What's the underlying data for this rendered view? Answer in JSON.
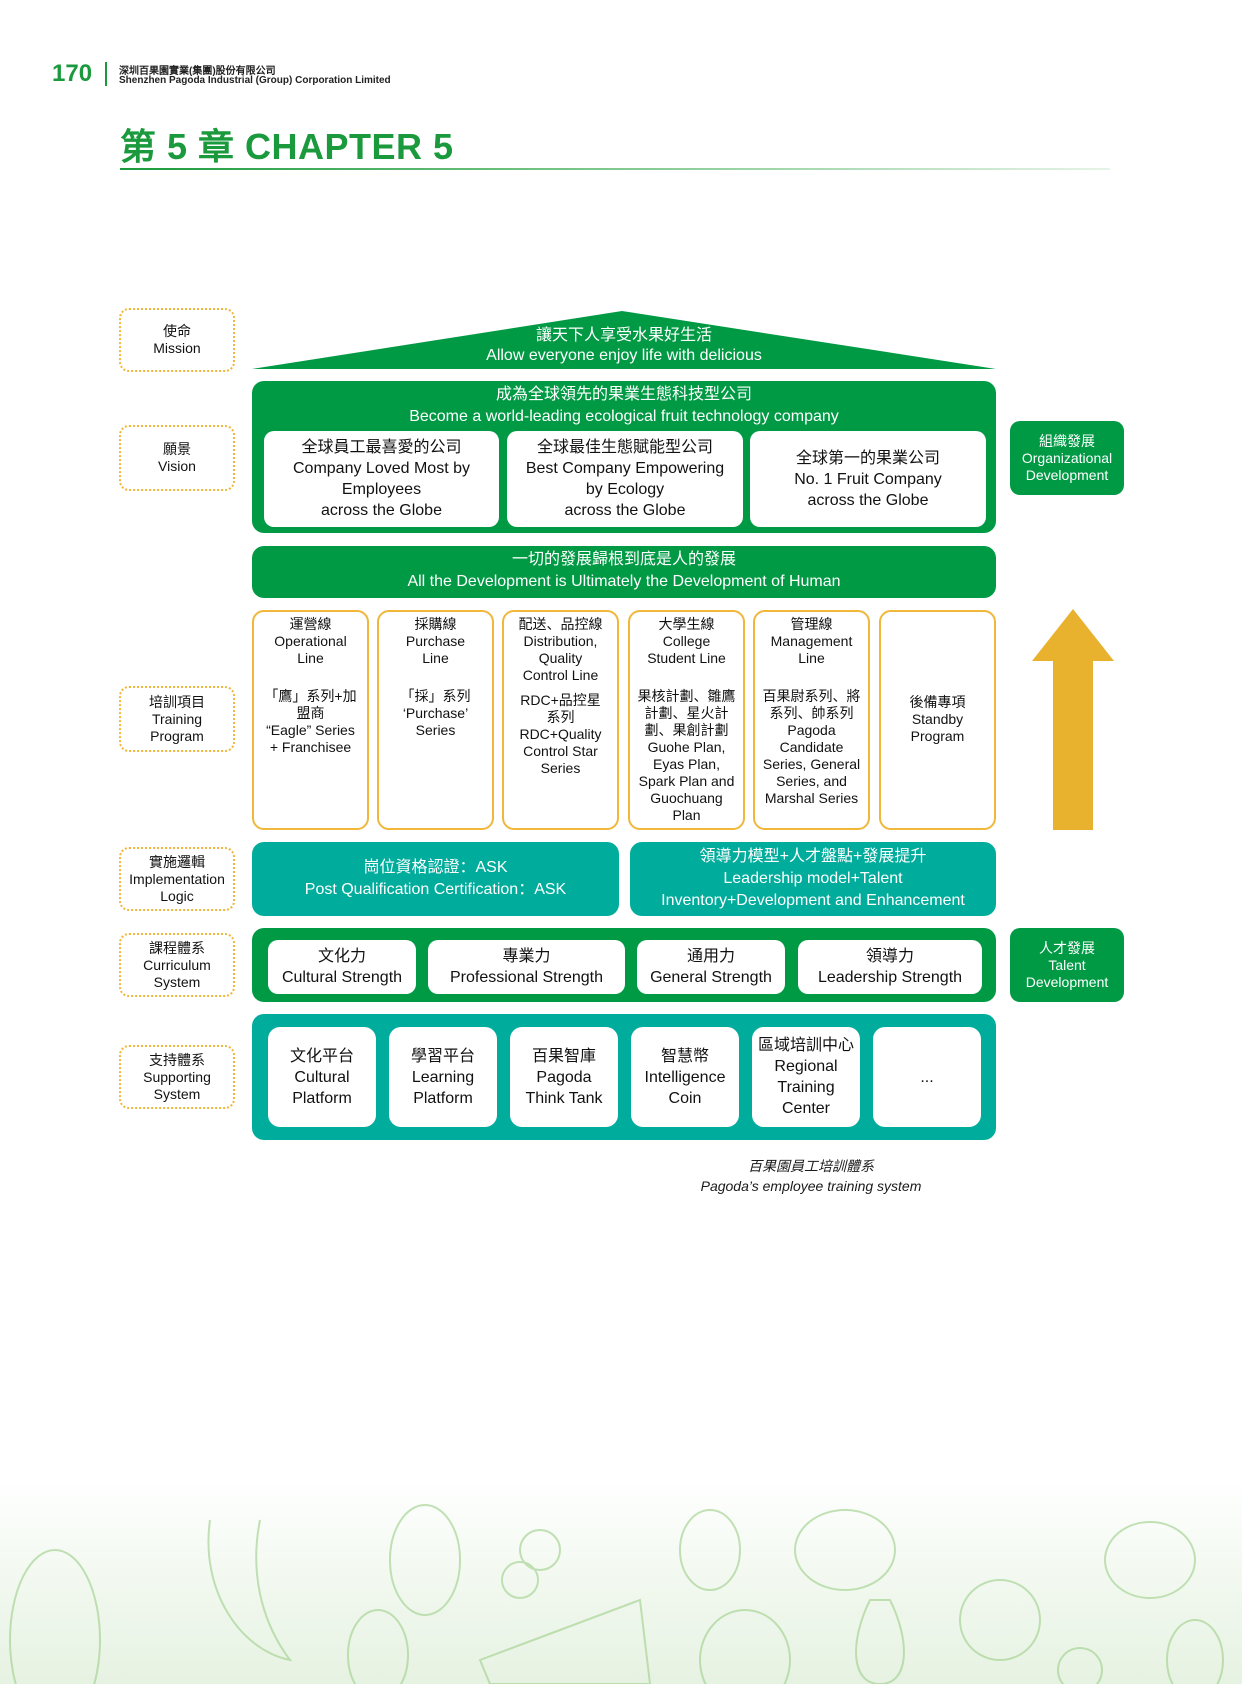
{
  "header": {
    "page_number": "170",
    "company_cn": "深圳百果園實業(集團)股份有限公司",
    "company_en": "Shenzhen Pagoda Industrial (Group) Corporation Limited",
    "chapter_title": "第 5 章 CHAPTER 5"
  },
  "colors": {
    "green": "#009a44",
    "teal": "#00ac9c",
    "accent_orange": "#f0b73a",
    "chapter_green": "#1a9a3c"
  },
  "side_labels": {
    "mission": {
      "cn": "使命",
      "en": "Mission"
    },
    "vision": {
      "cn": "願景",
      "en": "Vision"
    },
    "training": {
      "cn": "培訓項目",
      "en1": "Training",
      "en2": "Program"
    },
    "implementation": {
      "cn": "實施邏輯",
      "en1": "Implementation",
      "en2": "Logic"
    },
    "curriculum": {
      "cn": "課程體系",
      "en1": "Curriculum",
      "en2": "System"
    },
    "supporting": {
      "cn": "支持體系",
      "en1": "Supporting",
      "en2": "System"
    }
  },
  "mission": {
    "cn": "讓天下人享受水果好生活",
    "en": "Allow everyone enjoy life with delicious"
  },
  "vision": {
    "cn": "成為全球領先的果業生態科技型公司",
    "en": "Become a world-leading ecological fruit technology company",
    "cards": [
      {
        "cn": "全球員工最喜愛的公司",
        "en1": "Company Loved Most by",
        "en2": "Employees",
        "en3": "across the Globe"
      },
      {
        "cn": "全球最佳生態賦能型公司",
        "en1": "Best Company Empowering",
        "en2": "by Ecology",
        "en3": "across the Globe"
      },
      {
        "cn": "全球第一的果業公司",
        "en1": "No. 1 Fruit Company",
        "en2": "across the Globe",
        "en3": ""
      }
    ]
  },
  "human_dev": {
    "cn": "一切的發展歸根到底是人的發展",
    "en": "All the Development is Ultimately the Development of Human"
  },
  "training_programs": [
    {
      "line": [
        "運營線",
        "Operational",
        "Line"
      ],
      "detail": [
        "「鷹」系列+加",
        "盟商",
        "“Eagle” Series",
        "+ Franchisee"
      ]
    },
    {
      "line": [
        "採購線",
        "Purchase",
        "Line"
      ],
      "detail": [
        "「採」系列",
        "‘Purchase’",
        "Series"
      ]
    },
    {
      "line": [
        "配送、品控線",
        "Distribution,",
        "Quality",
        "Control Line"
      ],
      "detail": [
        "RDC+品控星",
        "系列",
        "RDC+Quality",
        "Control Star",
        "Series"
      ]
    },
    {
      "line": [
        "大學生線",
        "College",
        "Student Line"
      ],
      "detail": [
        "果核計劃、雛鷹",
        "計劃、星火計",
        "劃、果創計劃",
        "Guohe Plan,",
        "Eyas Plan,",
        "Spark Plan and",
        "Guochuang",
        "Plan"
      ]
    },
    {
      "line": [
        "管理線",
        "Management",
        "Line"
      ],
      "detail": [
        "百果尉系列、將",
        "系列、帥系列",
        "Pagoda",
        "Candidate",
        "Series, General",
        "Series, and",
        "Marshal Series"
      ]
    },
    {
      "line": [],
      "detail": [
        "後備專項",
        "Standby",
        "Program"
      ]
    }
  ],
  "right_tags": {
    "org": {
      "cn": "組織發展",
      "en1": "Organizational",
      "en2": "Development"
    },
    "talent": {
      "cn": "人才發展",
      "en1": "Talent",
      "en2": "Development"
    }
  },
  "implementation": {
    "left": {
      "cn": "崗位資格認證：ASK",
      "en": "Post Qualification Certification：ASK"
    },
    "right": {
      "cn": "領導力模型+人才盤點+發展提升",
      "en1": "Leadership model+Talent",
      "en2": "Inventory+Development and Enhancement"
    }
  },
  "curriculum": [
    {
      "cn": "文化力",
      "en": "Cultural Strength"
    },
    {
      "cn": "專業力",
      "en": "Professional Strength"
    },
    {
      "cn": "通用力",
      "en": "General Strength"
    },
    {
      "cn": "領導力",
      "en": "Leadership Strength"
    }
  ],
  "supporting": [
    {
      "cn": "文化平台",
      "en1": "Cultural",
      "en2": "Platform",
      "en3": ""
    },
    {
      "cn": "學習平台",
      "en1": "Learning",
      "en2": "Platform",
      "en3": ""
    },
    {
      "cn": "百果智庫",
      "en1": "Pagoda",
      "en2": "Think Tank",
      "en3": ""
    },
    {
      "cn": "智慧幣",
      "en1": "Intelligence",
      "en2": "Coin",
      "en3": ""
    },
    {
      "cn": "區域培訓中心",
      "en1": "Regional",
      "en2": "Training",
      "en3": "Center"
    },
    {
      "cn": "...",
      "en1": "",
      "en2": "",
      "en3": ""
    }
  ],
  "caption": {
    "cn": "百果園員工培訓體系",
    "en": "Pagoda’s employee training system"
  }
}
